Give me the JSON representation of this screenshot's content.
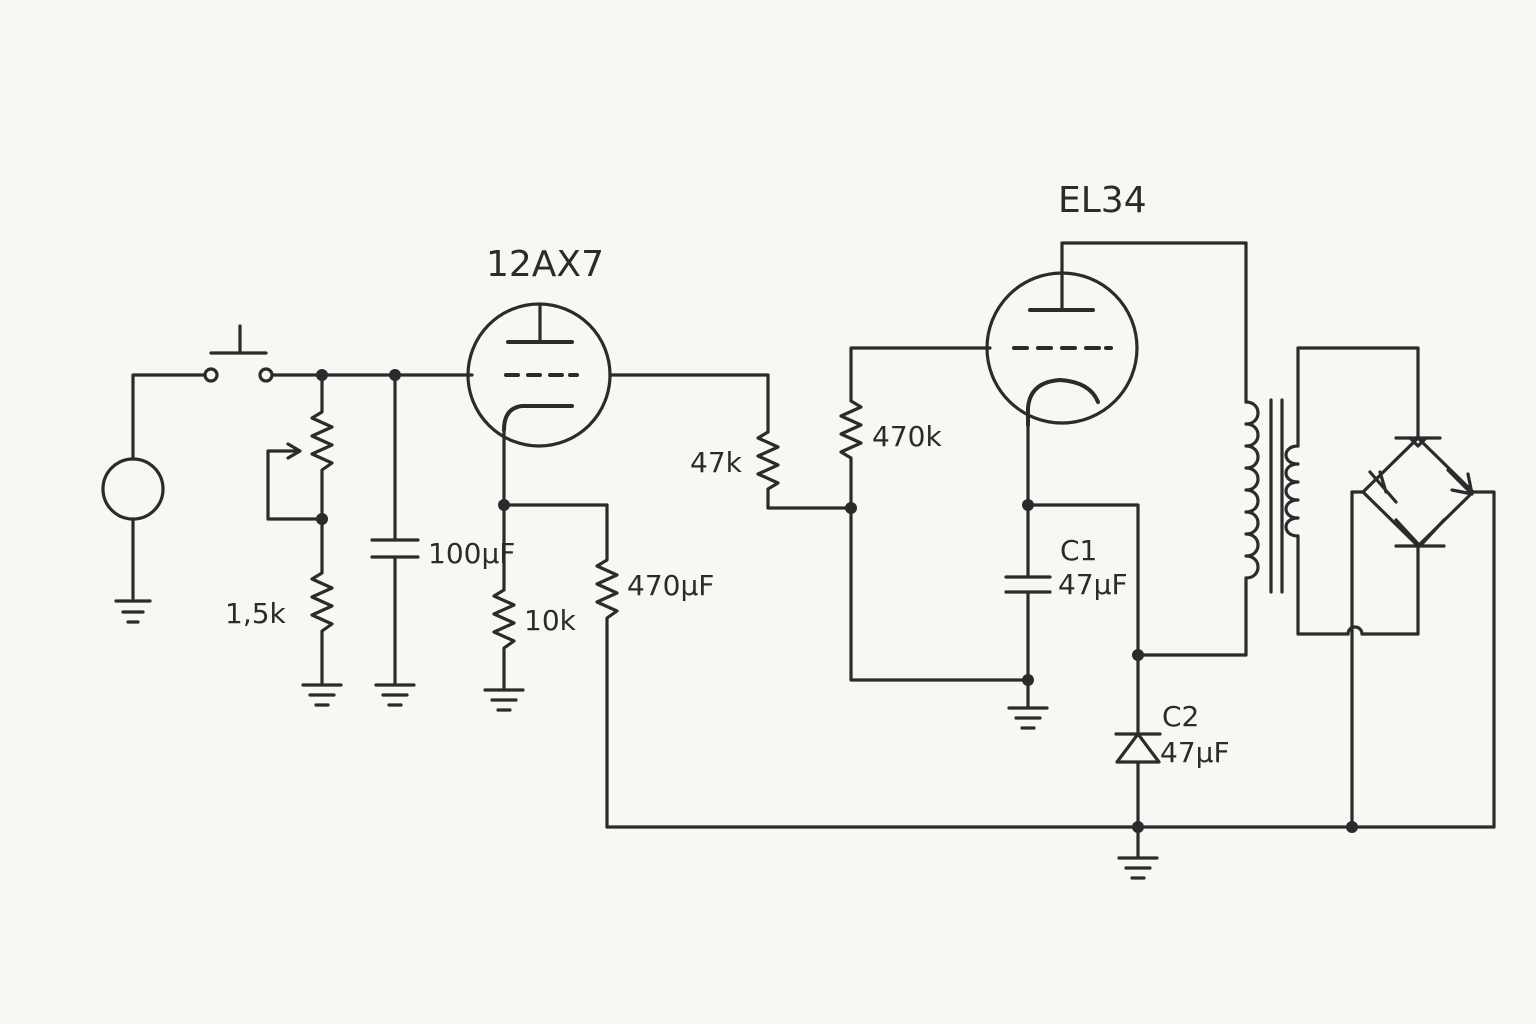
{
  "schematic": {
    "tubes": {
      "preamp": "12AX7",
      "power": "EL34"
    },
    "labels": {
      "r_pot": "1,5k",
      "c_input": "100µF",
      "r_cathode": "10k",
      "r_plate": "470µF",
      "r_series": "47k",
      "r_grid": "470k",
      "c1_name": "C1",
      "c1_value": "47µF",
      "c2_name": "C2",
      "c2_value": "47µF"
    }
  }
}
